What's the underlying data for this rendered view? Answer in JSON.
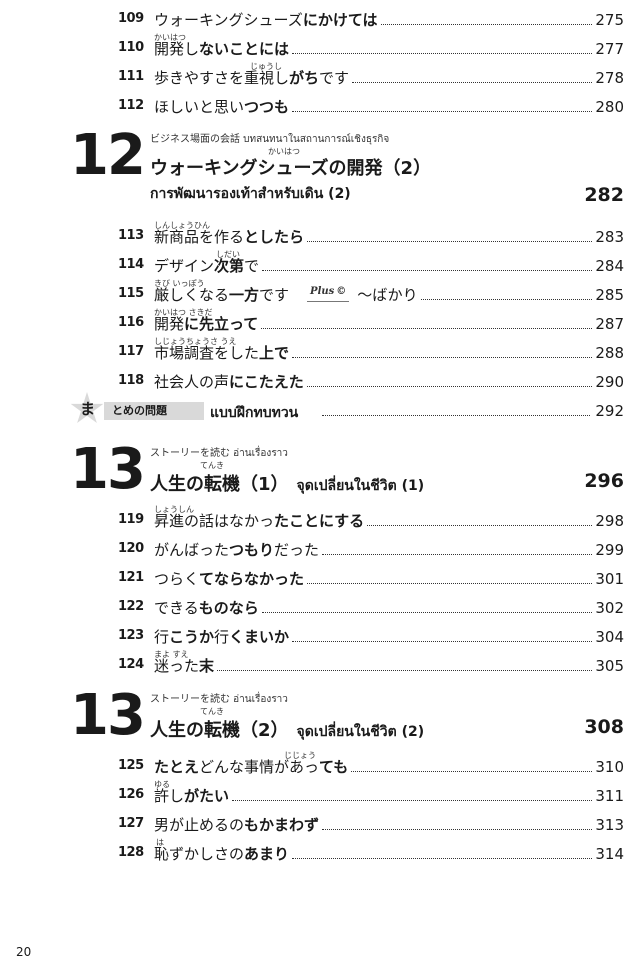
{
  "entries_a": [
    {
      "num": "109",
      "pre": "ウォーキングシューズ",
      "bold": "にかけては",
      "post": "",
      "page": "275"
    },
    {
      "num": "110",
      "pre": "開発し",
      "bold": "ないことには",
      "post": "",
      "page": "277",
      "ruby": "かいはつ"
    },
    {
      "num": "111",
      "pre": "歩きやすさを重視し",
      "bold": "がち",
      "post": "です",
      "page": "278",
      "ruby": "じゅうし"
    },
    {
      "num": "112",
      "pre": "ほしいと思い",
      "bold": "つつも",
      "post": "",
      "page": "280"
    }
  ],
  "unit12": {
    "number": "12",
    "label_small": "ビジネス場面の会話  บทสนทนาในสถานการณ์เชิงธุรกิจ",
    "ruby": "かいはつ",
    "title": "ウォーキングシューズの開発（2）",
    "subtitle": "การพัฒนารองเท้าสำหรับเดิน (2)",
    "page": "282"
  },
  "entries_b": [
    {
      "num": "113",
      "pre": "新商品を作る",
      "bold": "としたら",
      "post": "",
      "page": "283",
      "ruby": "しんしょうひん"
    },
    {
      "num": "114",
      "pre": "デザイン",
      "bold": "次第",
      "post": "で",
      "page": "284",
      "ruby": "しだい"
    },
    {
      "num": "115",
      "pre": "厳しくなる",
      "bold": "一方",
      "post": "です",
      "page": "285",
      "ruby": "きび  いっぽう",
      "plus": "Plus",
      "extra": "～ばかり"
    },
    {
      "num": "116",
      "pre": "開発",
      "bold": "に先立って",
      "post": "",
      "page": "287",
      "ruby": "かいはつ  さきだ"
    },
    {
      "num": "117",
      "pre": "市場調査をした",
      "bold": "上で",
      "post": "",
      "page": "288",
      "ruby": "しじょうちょうさ  うえ"
    },
    {
      "num": "118",
      "pre": "社会人の声",
      "bold": "にこたえた",
      "post": "",
      "page": "290"
    }
  ],
  "review": {
    "star_char": "ま",
    "bar_label": "とめの問題",
    "label": "แบบฝึกทบทวน",
    "page": "292"
  },
  "unit13a": {
    "number": "13",
    "label_small": "ストーリーを読む  อ่านเรื่องราว",
    "ruby": "てんき",
    "title": "人生の転機（1）",
    "title_thai": "จุดเปลี่ยนในชีวิต (1)",
    "page": "296"
  },
  "entries_c": [
    {
      "num": "119",
      "pre": "昇進の話はなかっ",
      "bold": "たことにする",
      "post": "",
      "page": "298",
      "ruby": "しょうしん"
    },
    {
      "num": "120",
      "pre": "がんばった",
      "bold": "つもり",
      "post": "だった",
      "page": "299"
    },
    {
      "num": "121",
      "pre": "つらく",
      "bold": "てならなかった",
      "post": "",
      "page": "301"
    },
    {
      "num": "122",
      "pre": "できる",
      "bold": "ものなら",
      "post": "",
      "page": "302"
    },
    {
      "num": "123",
      "pre": "行",
      "bold": "こうか",
      "post": "行",
      "bold2": "くまいか",
      "page": "304"
    },
    {
      "num": "124",
      "pre": "迷った",
      "bold": "末",
      "post": "",
      "page": "305",
      "ruby": "まよ  すえ"
    }
  ],
  "unit13b": {
    "number": "13",
    "label_small": "ストーリーを読む  อ่านเรื่องราว",
    "ruby": "てんき",
    "title": "人生の転機（2）",
    "title_thai": "จุดเปลี่ยนในชีวิต (2)",
    "page": "308"
  },
  "entries_d": [
    {
      "num": "125",
      "pre": "",
      "bold": "たとえ",
      "post": "どんな事情があっ",
      "bold2": "ても",
      "page": "310",
      "ruby": "じじょう"
    },
    {
      "num": "126",
      "pre": "許し",
      "bold": "がたい",
      "post": "",
      "page": "311",
      "ruby": "ゆる"
    },
    {
      "num": "127",
      "pre": "男が止めるの",
      "bold": "もかまわず",
      "post": "",
      "page": "313"
    },
    {
      "num": "128",
      "pre": "恥ずかしさの",
      "bold": "あまり",
      "post": "",
      "page": "314",
      "ruby": "は"
    }
  ],
  "footer": {
    "page_number": "20"
  }
}
